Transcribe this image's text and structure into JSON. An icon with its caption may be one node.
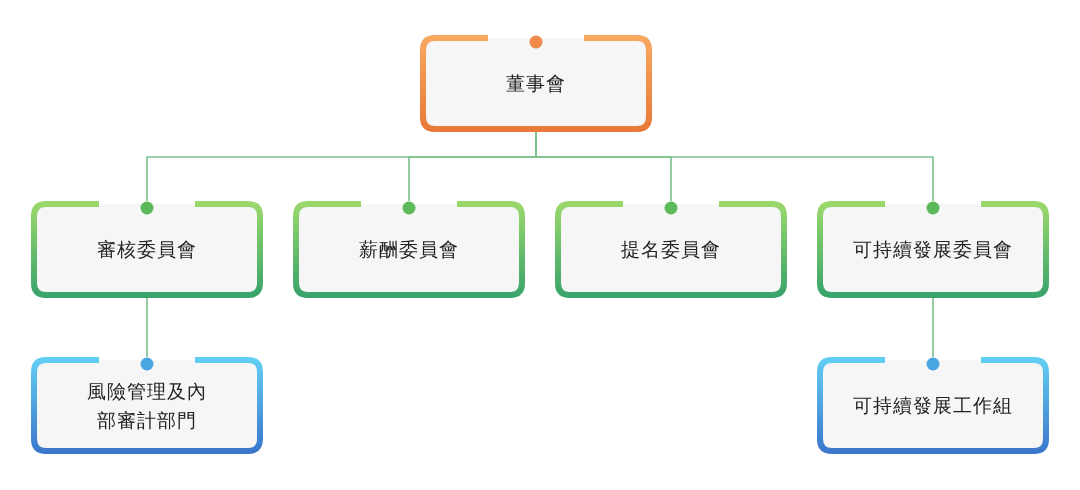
{
  "diagram": {
    "nodes": [
      {
        "text": [
          "董事會"
        ]
      },
      {
        "text": [
          "審核委員會"
        ]
      },
      {
        "text": [
          "薪酬委員會"
        ]
      },
      {
        "text": [
          "提名委員會"
        ]
      },
      {
        "text": [
          "可持續發展委員會"
        ]
      },
      {
        "text": [
          "風險管理及內部審計部門"
        ]
      },
      {
        "text": [
          "可持續發展工作組"
        ]
      }
    ],
    "edges": [
      {
        "from": 0,
        "to": 1,
        "arrow": "none"
      },
      {
        "from": 0,
        "to": 2,
        "arrow": "none"
      },
      {
        "from": 0,
        "to": 3,
        "arrow": "none"
      },
      {
        "from": 0,
        "to": 4,
        "arrow": "none"
      },
      {
        "from": 1,
        "to": 5,
        "arrow": "none"
      },
      {
        "from": 4,
        "to": 6,
        "arrow": "none"
      }
    ]
  }
}
